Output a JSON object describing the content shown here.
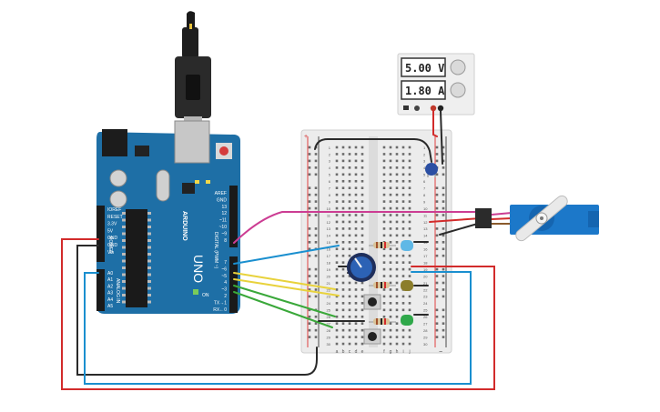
{
  "power_supply": {
    "voltage": "5.00 V",
    "current": "1.80 A"
  },
  "arduino": {
    "model": "UNO",
    "brand": "ARDUINO",
    "reset_label": "RESET",
    "power_labels": [
      "IOREF",
      "RESET",
      "3.3V",
      "5V",
      "GND",
      "GND",
      "Vin"
    ],
    "power_section": "POWER",
    "analog_labels": [
      "A0",
      "A1",
      "A2",
      "A3",
      "A4",
      "A5"
    ],
    "analog_section": "ANALOG IN",
    "digital_top_labels": [
      "AREF",
      "GND",
      "13",
      "12",
      "~11",
      "~10",
      "~9",
      "8"
    ],
    "digital_bottom_labels": [
      "7",
      "~6",
      "~5",
      "4",
      "~3",
      "2",
      "TX→1",
      "RX←0"
    ],
    "digital_section": "DIGITAL (PWM ~)",
    "leds": [
      "L",
      "TX",
      "RX"
    ],
    "on_label": "ON"
  },
  "breadboard": {
    "row_numbers": [
      "1",
      "2",
      "3",
      "4",
      "5",
      "6",
      "7",
      "8",
      "9",
      "10",
      "11",
      "12",
      "13",
      "14",
      "15",
      "16",
      "17",
      "18",
      "19",
      "20",
      "21",
      "22",
      "23",
      "24",
      "25",
      "26",
      "27",
      "28",
      "29",
      "30"
    ],
    "left_cols": [
      "a",
      "b",
      "c",
      "d",
      "e"
    ],
    "right_cols": [
      "f",
      "g",
      "h",
      "i",
      "j"
    ],
    "rail_plus": "+",
    "rail_minus": "−"
  },
  "colors": {
    "arduino_board": "#1e6fa6",
    "wire_red": "#d22b2b",
    "wire_black": "#2a2a2a",
    "wire_blue": "#1a8fcf",
    "wire_yellow": "#e8d23c",
    "wire_green": "#3aa83a",
    "wire_magenta": "#cc3d93",
    "servo_blue": "#1c78c9"
  },
  "icons": [
    "usb-cable-icon",
    "potentiometer-icon",
    "servo-motor-icon",
    "capacitor-icon",
    "pushbutton-icon",
    "led-icon",
    "resistor-icon"
  ]
}
